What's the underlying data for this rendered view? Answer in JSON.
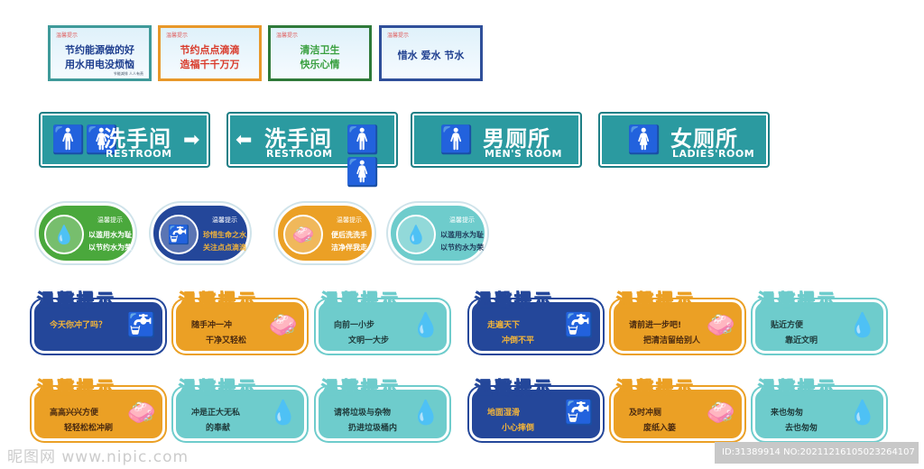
{
  "banners": [
    {
      "tip": "温馨提示",
      "line1": "节约能源做的好",
      "line2": "用水用电没烦恼",
      "footer": "节能减排 人人有责",
      "border": "#3f9a9a",
      "text": "#1f3f8f"
    },
    {
      "tip": "温馨提示",
      "line1": "节约点点滴滴",
      "line2": "造福千千万万",
      "footer": "",
      "border": "#e8982a",
      "text": "#d93a2a"
    },
    {
      "tip": "温馨提示",
      "line1": "清洁卫生",
      "line2": "快乐心情",
      "footer": "",
      "border": "#2f7a3a",
      "text": "#3aa040"
    },
    {
      "tip": "温馨提示",
      "line1": "惜水  爱水  节水",
      "line2": "",
      "footer": "",
      "border": "#2f4f9a",
      "text": "#1f3f8f"
    }
  ],
  "signs": [
    {
      "cn": "洗手间",
      "en": "RESTROOM",
      "icon": "male-female-icon",
      "arrow": "arrow-right-icon"
    },
    {
      "cn": "洗手间",
      "en": "RESTROOM",
      "icon": "male-female-icon",
      "arrow": "arrow-left-icon"
    },
    {
      "cn": "男厕所",
      "en": "MEN'S ROOM",
      "icon": "male-icon"
    },
    {
      "cn": "女厕所",
      "en": "LADIES'ROOM",
      "icon": "female-icon"
    }
  ],
  "clouds": [
    {
      "title": "温馨提示",
      "line1": "以滥用水为耻",
      "line2": "以节约水为荣",
      "bg": "#4aa83c",
      "text": "#ffffff",
      "icon": "water-drop-icon"
    },
    {
      "title": "温馨提示",
      "line1": "珍惜生命之水",
      "line2": "关注点点滴滴",
      "bg": "#24479a",
      "text": "#f2b43a",
      "icon": "faucet-plant-icon"
    },
    {
      "title": "温馨提示",
      "line1": "便后洗洗手",
      "line2": "洁净伴我走",
      "bg": "#eba025",
      "text": "#ffffff",
      "icon": "hand-wash-icon"
    },
    {
      "title": "温馨提示",
      "line1": "以滥用水为耻",
      "line2": "以节约水为荣",
      "bg": "#6ecccc",
      "text": "#1f3a5a",
      "icon": "water-drop-icon"
    }
  ],
  "cards": [
    {
      "title": "温馨提示",
      "line1": "今天你冲了吗？",
      "line2": "",
      "bg": "#24479a",
      "text": "#f2b43a",
      "icon": "faucet-plant-icon"
    },
    {
      "title": "温馨提示",
      "line1": "随手冲一冲",
      "line2": "干净又轻松",
      "bg": "#eba025",
      "text": "#4a2a10",
      "icon": "hand-wash-icon"
    },
    {
      "title": "温馨提示",
      "line1": "向前一小步",
      "line2": "文明一大步",
      "bg": "#6ecccc",
      "text": "#1f3a3a",
      "icon": "water-drop-icon"
    },
    {
      "title": "温馨提示",
      "line1": "走遍天下",
      "line2": "冲倒不平",
      "bg": "#24479a",
      "text": "#f2b43a",
      "icon": "faucet-plant-icon"
    },
    {
      "title": "温馨提示",
      "line1": "请前进一步吧!",
      "line2": "把清洁留给别人",
      "bg": "#eba025",
      "text": "#4a2a10",
      "icon": "hand-wash-icon"
    },
    {
      "title": "温馨提示",
      "line1": "贴近方便",
      "line2": "靠近文明",
      "bg": "#6ecccc",
      "text": "#1f3a3a",
      "icon": "water-drop-icon"
    },
    {
      "title": "温馨提示",
      "line1": "高高兴兴方便",
      "line2": "轻轻松松冲刷",
      "bg": "#eba025",
      "text": "#4a2a10",
      "icon": "hand-wash-icon"
    },
    {
      "title": "温馨提示",
      "line1": "冲是正大无私",
      "line2": "的奉献",
      "bg": "#6ecccc",
      "text": "#1f3a3a",
      "icon": "water-drop-icon"
    },
    {
      "title": "温馨提示",
      "line1": "请将垃圾与杂物",
      "line2": "扔进垃圾桶内",
      "bg": "#6ecccc",
      "text": "#1f3a3a",
      "icon": "water-drop-icon"
    },
    {
      "title": "温馨提示",
      "line1": "地面湿滑",
      "line2": "小心摔倒",
      "bg": "#24479a",
      "text": "#f2b43a",
      "icon": "faucet-plant-icon"
    },
    {
      "title": "温馨提示",
      "line1": "及时冲厕",
      "line2": "废纸入篓",
      "bg": "#eba025",
      "text": "#4a2a10",
      "icon": "hand-wash-icon"
    },
    {
      "title": "温馨提示",
      "line1": "来也匆匆",
      "line2": "去也匆匆",
      "bg": "#6ecccc",
      "text": "#1f3a3a",
      "icon": "water-drop-icon"
    }
  ],
  "watermark": "昵图网 www.nipic.com",
  "id_text": "ID:31389914 NO:20211216105023264107"
}
